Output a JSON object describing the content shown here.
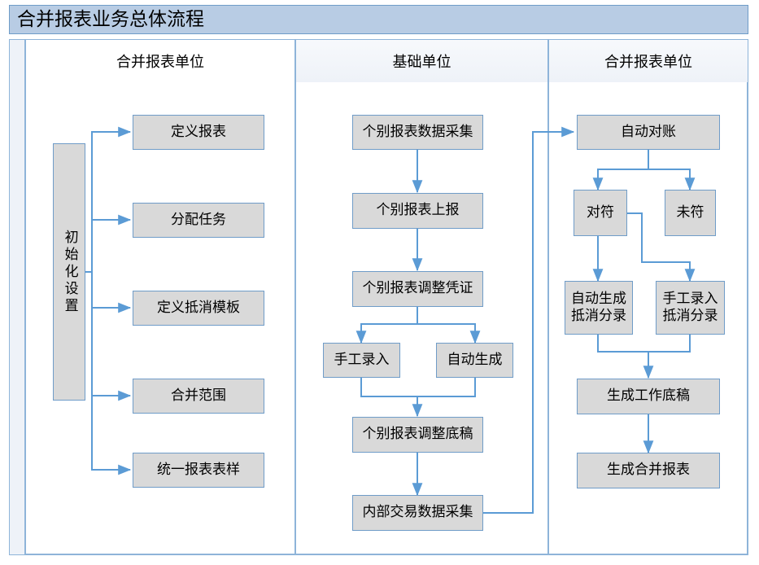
{
  "diagram": {
    "title": "合并报表业务总体流程",
    "accent_color": "#5b9bd5",
    "title_fill": "#b8cce4",
    "node_fill": "#d9d9d9",
    "border_color": "#6f9cc8"
  },
  "lanes": [
    {
      "id": "lane-left",
      "label": "合并报表单位"
    },
    {
      "id": "lane-middle",
      "label": "基础单位"
    },
    {
      "id": "lane-right",
      "label": "合并报表单位"
    }
  ],
  "nodes": {
    "init_setup": "初始化设置",
    "define_report": "定义报表",
    "assign_task": "分配任务",
    "define_offset_tpl": "定义抵消模板",
    "merge_scope": "合并范围",
    "unify_report_form": "统一报表表样",
    "collect_individual_data": "个别报表数据采集",
    "submit_individual": "个别报表上报",
    "adjust_voucher": "个别报表调整凭证",
    "manual_entry": "手工录入",
    "auto_generate": "自动生成",
    "adjust_draft": "个别报表调整底稿",
    "collect_internal_trade": "内部交易数据采集",
    "auto_reconcile": "自动对账",
    "matched": "对符",
    "unmatched": "未符",
    "auto_gen_offset_entry": "自动生成\n抵消分录",
    "manual_offset_entry": "手工录入\n抵消分录",
    "generate_worksheet": "生成工作底稿",
    "generate_merged_report": "生成合并报表"
  }
}
